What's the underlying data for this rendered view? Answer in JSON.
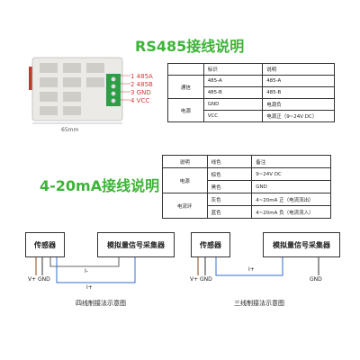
{
  "rs485": {
    "title": "RS485接线说明",
    "pins": [
      "1 485A",
      "2 485B",
      "3 GND",
      "4 VCC"
    ],
    "dimension": "65mm",
    "table": {
      "headers": [
        "",
        "标识",
        "说明"
      ],
      "groups": [
        {
          "category": "通信",
          "rows": [
            [
              "485-A",
              "485-A"
            ],
            [
              "485-B",
              "485-B"
            ]
          ]
        },
        {
          "category": "电源",
          "rows": [
            [
              "GND",
              "电源负"
            ],
            [
              "VCC",
              "电源正（9~24V DC）"
            ]
          ]
        }
      ]
    }
  },
  "ma": {
    "title": "4-20mA接线说明",
    "table": {
      "headers": [
        "说明",
        "线色",
        "备注"
      ],
      "groups": [
        {
          "category": "电源",
          "rows": [
            [
              "棕色",
              "9~24V DC"
            ],
            [
              "黑色",
              "GND"
            ]
          ]
        },
        {
          "category": "电流环",
          "rows": [
            [
              "灰色",
              "4~20mA 正（电流流出）"
            ],
            [
              "蓝色",
              "4~20mA 负（电流流入）"
            ]
          ]
        }
      ]
    },
    "four_wire": {
      "sensor": "传感器",
      "collector": "模拟量信号采集器",
      "i_minus": "I-",
      "i_plus": "I+",
      "v_plus": "V+",
      "gnd": "GND",
      "caption": "四线制接法示意图"
    },
    "three_wire": {
      "sensor": "传感器",
      "collector": "模拟量信号采集器",
      "i_plus": "I+",
      "v_plus": "V+",
      "gnd": "GND",
      "gnd_right": "GND",
      "caption": "三线制接法示意图"
    }
  },
  "colors": {
    "title": "#3cb437",
    "pin_label": "#d43a3a",
    "wire_blue": "#2f6fd6",
    "wire_brown": "#8b4513",
    "terminal_green": "#2e9e46"
  }
}
